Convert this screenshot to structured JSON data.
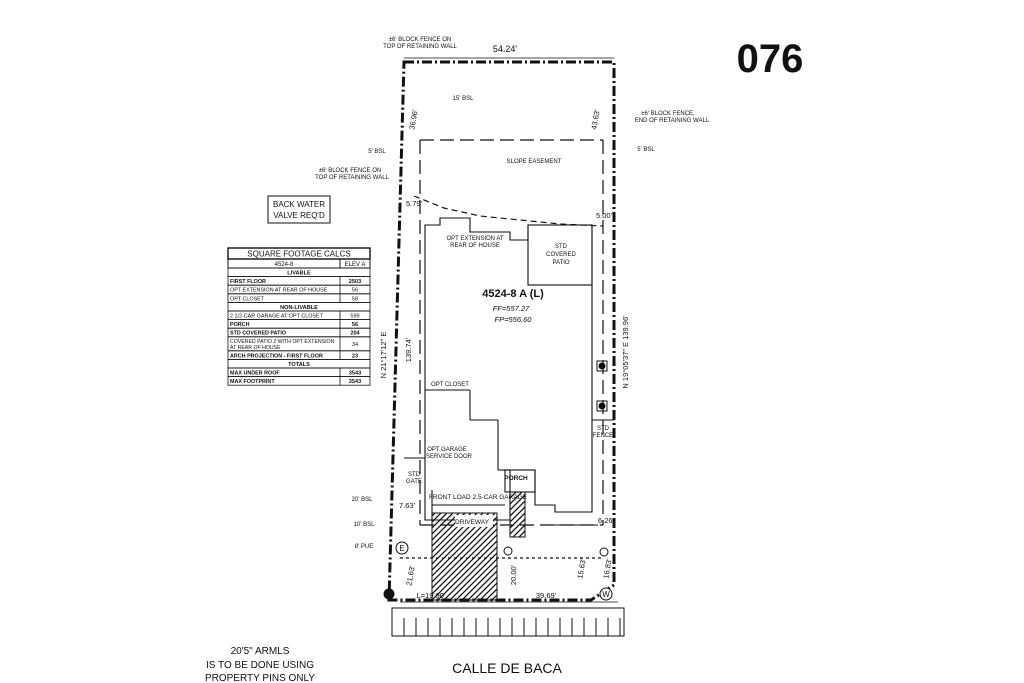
{
  "lot_number": "076",
  "street_name": "CALLE DE BACA",
  "plan": {
    "name": "4524-8 A (L)",
    "ff": "FF=557.27",
    "fp": "FP=556.60"
  },
  "dimensions": {
    "top": "54.24'",
    "right_side": "N 19°05'37\" E  139.96'",
    "left_inner": "139.74'",
    "left_bearing": "N 21°17'12\" E",
    "back_left": "36.96'",
    "back_right": "43.63'",
    "left_setback_dim": "5.79'",
    "right_setback_dim": "5.00'",
    "front_left": "7.63'",
    "front_right": "6.26'",
    "corner_left": "21.63'",
    "driveway_depth": "20.00'",
    "front_mid": "15.63'",
    "front_right_corner": "16.83'",
    "arc_length": "L=19.90'",
    "bottom": "39.69'"
  },
  "callouts": {
    "fence_top": [
      "±6' BLOCK FENCE ON",
      "TOP OF RETAINING WALL"
    ],
    "fence_right": [
      "±6' BLOCK FENCE,",
      "END OF RETAINING WALL"
    ],
    "fence_left": [
      "±6' BLOCK FENCE ON",
      "TOP OF RETAINING WALL"
    ],
    "bsl_15": "15' BSL",
    "bsl_5_left": "5' BSL",
    "bsl_5_right": "5' BSL",
    "bsl_20": "20' BSL",
    "bsl_10": "10' BSL",
    "pue_8": "8' PUE",
    "slope_easement": "SLOPE EASEMENT",
    "opt_extension": [
      "OPT EXTENSION AT",
      "REAR OF HOUSE"
    ],
    "std_covered_patio": [
      "STD",
      "COVERED",
      "PATIO"
    ],
    "opt_closet": "OPT CLOSET",
    "opt_garage_door": [
      "OPT GARAGE",
      "SERVICE DOOR"
    ],
    "std_gate": [
      "STD",
      "GATE"
    ],
    "porch": "PORCH",
    "garage": "FRONT LOAD 2.5-CAR GARAGE",
    "driveway": "DRIVEWAY",
    "std_fence": [
      "STD",
      "FENCE"
    ],
    "marker_e": "E",
    "marker_w": "W"
  },
  "back_water": [
    "BACK WATER",
    "VALVE REQ'D"
  ],
  "sqft_table": {
    "title": "SQUARE FOOTAGE CALCS",
    "header": [
      "4524-8",
      "ELEV A"
    ],
    "rows": [
      {
        "label": "LIVABLE",
        "value": "",
        "kind": "section"
      },
      {
        "label": "FIRST FLOOR",
        "value": "2503",
        "kind": "bold"
      },
      {
        "label": "OPT EXTENSION AT REAR OF HOUSE",
        "value": "56",
        "kind": "row"
      },
      {
        "label": "OPT CLOSET",
        "value": "58",
        "kind": "row"
      },
      {
        "label": "NON-LIVABLE",
        "value": "",
        "kind": "section"
      },
      {
        "label": "2 1/2-CAR GARAGE AT OPT CLOSET",
        "value": "599",
        "kind": "row"
      },
      {
        "label": "PORCH",
        "value": "56",
        "kind": "bold"
      },
      {
        "label": "STD COVERED PATIO",
        "value": "204",
        "kind": "bold"
      },
      {
        "label": "COVERED PATIO 2 WITH OPT EXTENSION AT REAR OF HOUSE",
        "value": "34",
        "kind": "row2"
      },
      {
        "label": "ARCH PROJECTION - FIRST FLOOR",
        "value": "23",
        "kind": "bold"
      },
      {
        "label": "TOTALS",
        "value": "",
        "kind": "section"
      },
      {
        "label": "MAX UNDER ROOF",
        "value": "3543",
        "kind": "bold"
      },
      {
        "label": "MAX FOOTPRINT",
        "value": "3543",
        "kind": "bold"
      }
    ]
  },
  "footer_note": [
    "20'5\" ARMLS",
    "IS TO BE DONE USING",
    "PROPERTY PINS ONLY"
  ]
}
